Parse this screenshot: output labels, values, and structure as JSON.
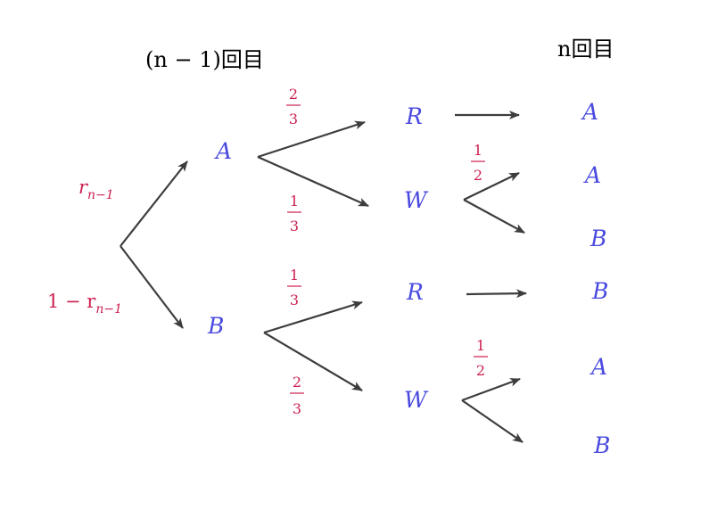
{
  "headers": {
    "prev": "(n − 1)回目",
    "curr": "n回目"
  },
  "colors": {
    "node": "#4a4ae0",
    "prob": "#cc1f4f",
    "edge": "#3d3d3d",
    "header": "#000000"
  },
  "root_probs": {
    "to_A": "r",
    "to_A_sub": "n−1",
    "to_B": "1 − r",
    "to_B_sub": "n−1"
  },
  "level1": {
    "A": "A",
    "B": "B"
  },
  "level2": {
    "AR": "R",
    "AW": "W",
    "BR": "R",
    "BW": "W"
  },
  "level2_probs": {
    "AR": {
      "num": "2",
      "den": "3"
    },
    "AW": {
      "num": "1",
      "den": "3"
    },
    "BR": {
      "num": "1",
      "den": "3"
    },
    "BW": {
      "num": "2",
      "den": "3"
    }
  },
  "level3": {
    "ARA": "A",
    "AWA": "A",
    "AWB": "B",
    "BRB": "B",
    "BWA": "A",
    "BWB": "B"
  },
  "level3_probs": {
    "AW": {
      "num": "1",
      "den": "2"
    },
    "BW": {
      "num": "1",
      "den": "2"
    }
  }
}
